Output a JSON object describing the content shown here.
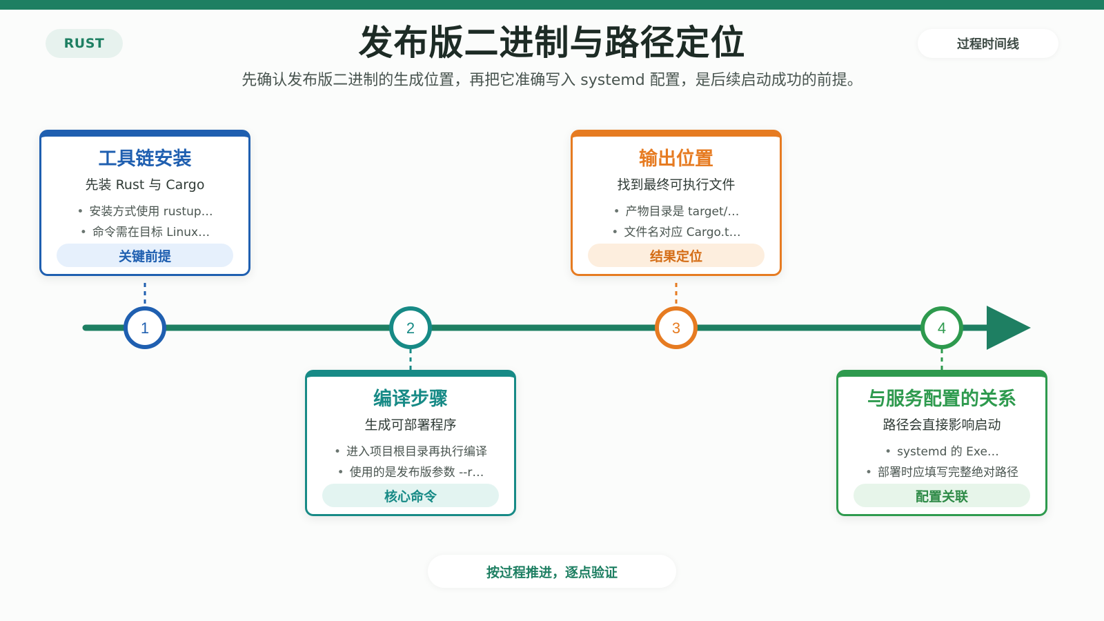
{
  "header": {
    "tag_label": "RUST",
    "title": "发布版二进制与路径定位",
    "subtitle": "先确认发布版二进制的生成位置，再把它准确写入 systemd 配置，是后续启动成功的前提。",
    "view_label": "过程时间线"
  },
  "colors": {
    "primary": "#1e7f62",
    "blue": "#1f5fb0",
    "teal": "#178a86",
    "orange": "#e67b21",
    "green": "#2e9a4e"
  },
  "steps": [
    {
      "number": "1",
      "title": "工具链安装",
      "subtitle": "先装 Rust 与 Cargo",
      "bullets": [
        "安装方式使用 rustup…",
        "命令需在目标 Linux…"
      ],
      "tag": "关键前提",
      "color": "#1f5fb0"
    },
    {
      "number": "2",
      "title": "编译步骤",
      "subtitle": "生成可部署程序",
      "bullets": [
        "进入项目根目录再执行编译",
        "使用的是发布版参数 --r…"
      ],
      "tag": "核心命令",
      "color": "#178a86"
    },
    {
      "number": "3",
      "title": "输出位置",
      "subtitle": "找到最终可执行文件",
      "bullets": [
        "产物目录是 target/…",
        "文件名对应 Cargo.t…"
      ],
      "tag": "结果定位",
      "color": "#e67b21"
    },
    {
      "number": "4",
      "title": "与服务配置的关系",
      "subtitle": "路径会直接影响启动",
      "bullets": [
        "systemd 的 Exe…",
        "部署时应填写完整绝对路径"
      ],
      "tag": "配置关联",
      "color": "#2e9a4e"
    }
  ],
  "footer": {
    "note": "按过程推进，逐点验证"
  }
}
